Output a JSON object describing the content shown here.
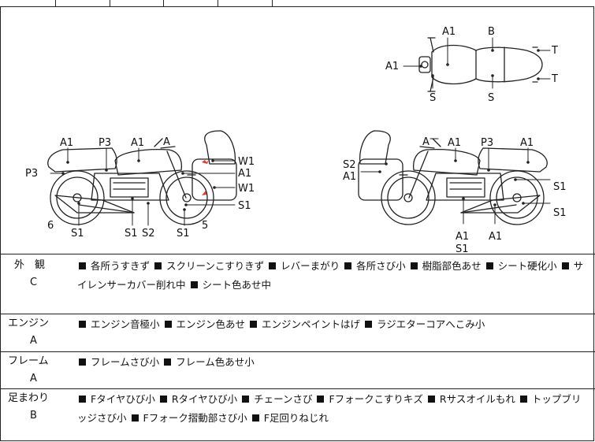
{
  "top_diagram": {
    "labels": [
      "A1",
      "B",
      "A1",
      "T",
      "T",
      "S",
      "S"
    ]
  },
  "left_bike": {
    "labels": [
      "A1",
      "P3",
      "A1",
      "A",
      "P3",
      "W1",
      "A1",
      "W1",
      "S1",
      "6",
      "S1",
      "S1",
      "S2",
      "S1",
      "5"
    ]
  },
  "right_bike": {
    "labels": [
      "A",
      "A1",
      "P3",
      "A1",
      "S2",
      "A1",
      "S1",
      "S1",
      "A1",
      "A1",
      "S1"
    ]
  },
  "rows": [
    {
      "category": "外　観",
      "grade": "C",
      "items": [
        "各所うすきず",
        "スクリーンこすりきず",
        "レバーまがり",
        "各所さび小",
        "樹脂部色あせ",
        "シート硬化小",
        "サイレンサーカバー削れ中",
        "シート色あせ中"
      ]
    },
    {
      "category": "エンジン",
      "grade": "A",
      "items": [
        "エンジン音極小",
        "エンジン色あせ",
        "エンジンペイントはげ",
        "ラジエターコアへこみ小"
      ]
    },
    {
      "category": "フレーム",
      "grade": "A",
      "items": [
        "フレームさび小",
        "フレーム色あせ小"
      ]
    },
    {
      "category": "足まわり",
      "grade": "B",
      "items": [
        "Fタイヤひび小",
        "Rタイヤひび小",
        "チェーンさび",
        "Fフォークこすりキズ",
        "Rサスオイルもれ",
        "トップブリッジさび小",
        "Fフォーク摺動部さび小",
        "F足回りねじれ"
      ]
    }
  ],
  "colors": {
    "line": "#222222",
    "damage_mark": "#e8372c"
  }
}
